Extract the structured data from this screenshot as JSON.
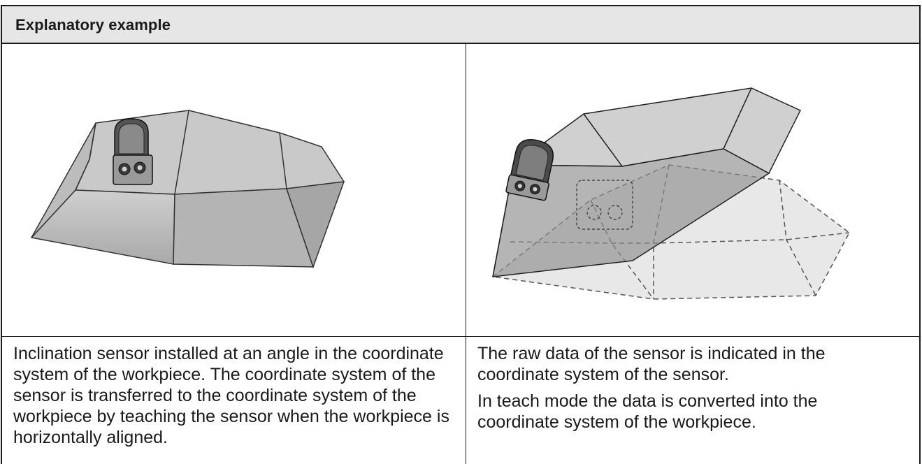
{
  "header": {
    "title": "Explanatory example"
  },
  "left": {
    "caption": "Inclination sensor installed at an angle in the coordinate system of the workpiece. The coordinate system of the sensor is transferred to the coordinate system of the workpiece by teaching the sensor when the workpiece is horizontally aligned."
  },
  "right": {
    "caption_1": "The raw data of the sensor is indicated in the coordinate system of the sensor.",
    "caption_2": "In teach mode the data is converted into the coordinate system of the workpiece."
  },
  "colors": {
    "border": "#1a1a1a",
    "header_bg": "#e6e6e6",
    "shape_fill": "#bdbdbd",
    "shape_edge": "#333333"
  }
}
